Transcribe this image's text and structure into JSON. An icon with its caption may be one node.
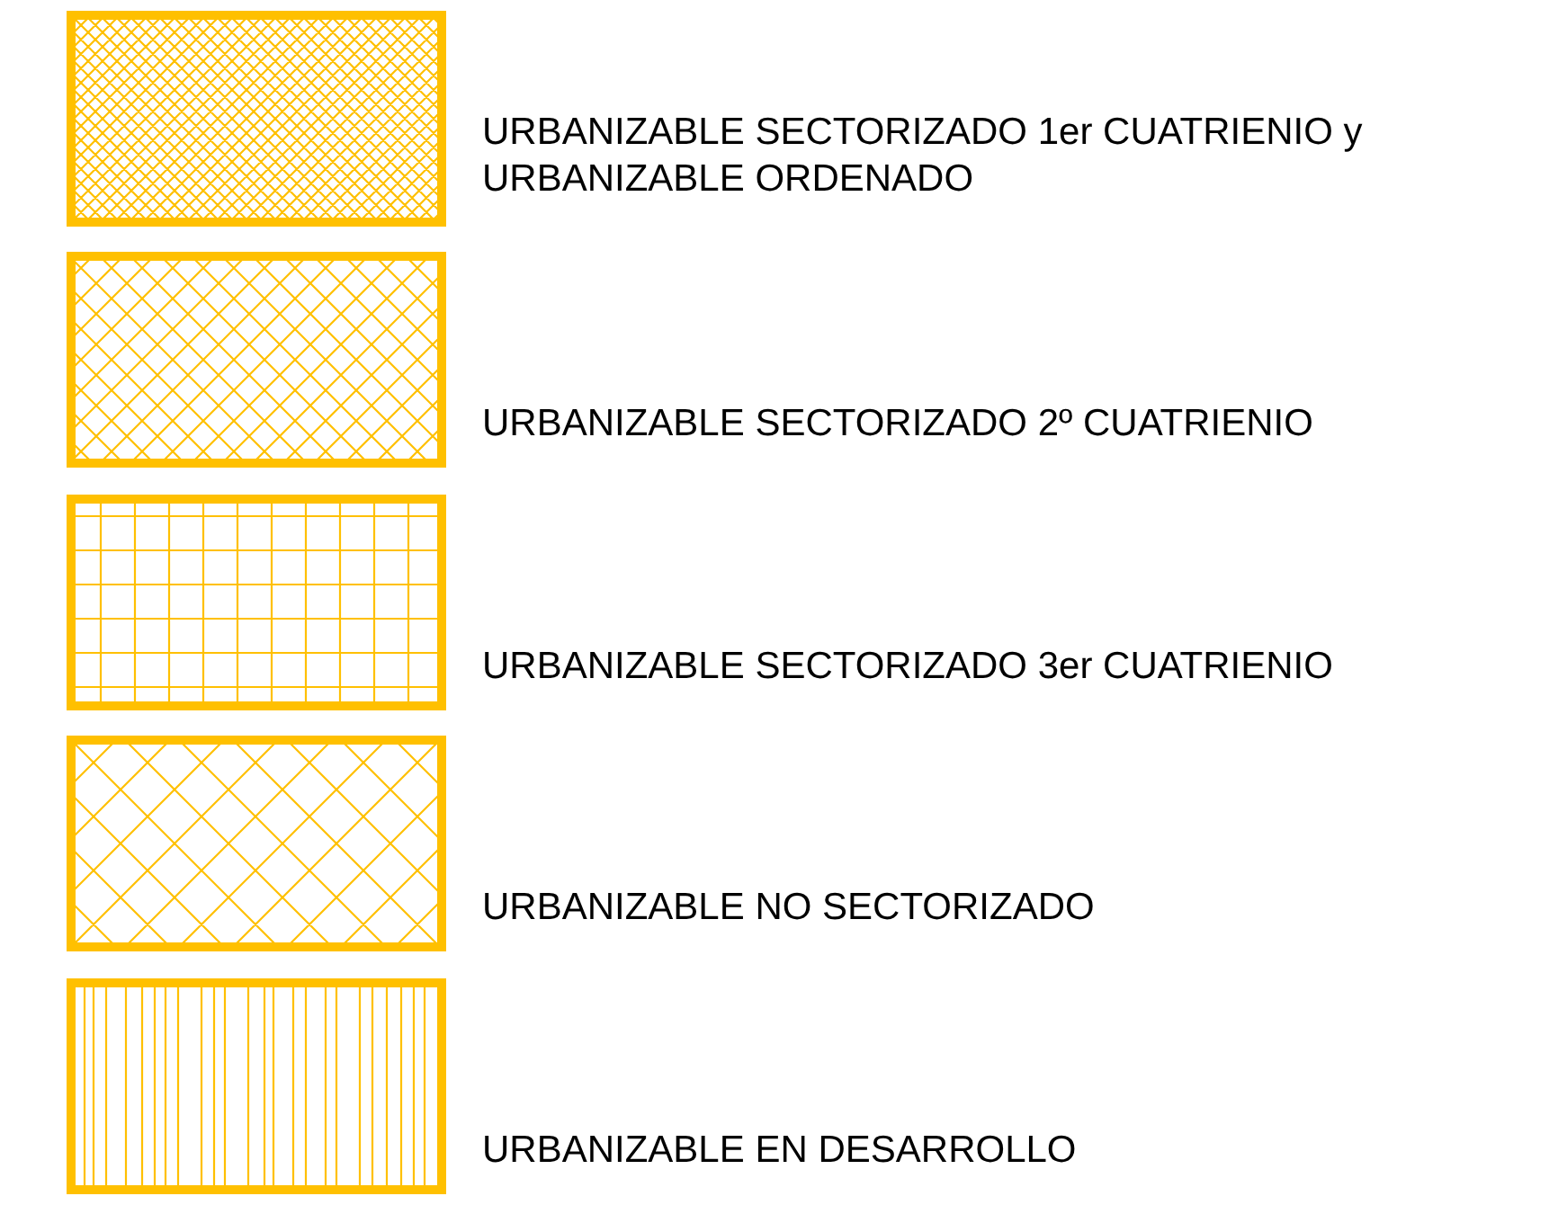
{
  "diagram": {
    "legend": [
      {
        "text": "URBANIZABLE SECTORIZADO 1er CUATRIENIO y URBANIZABLE ORDENADO"
      },
      {
        "text": "URBANIZABLE SECTORIZADO 2º CUATRIENIO"
      },
      {
        "text": "URBANIZABLE SECTORIZADO 3er CUATRIENIO"
      },
      {
        "text": "URBANIZABLE NO SECTORIZADO"
      },
      {
        "text": "URBANIZABLE EN DESARROLLO"
      }
    ]
  }
}
